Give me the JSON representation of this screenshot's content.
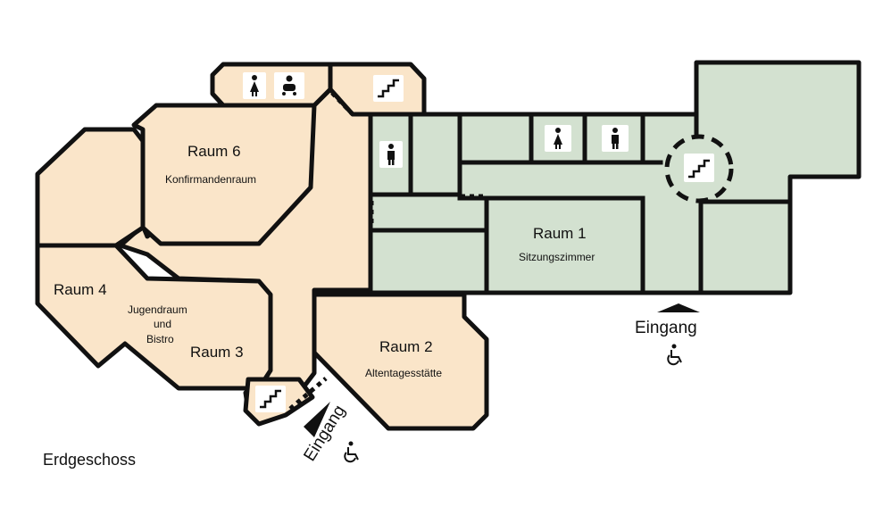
{
  "floor_label": "Erdgeschoss",
  "rooms": {
    "raum6": {
      "name": "Raum 6",
      "sub": "Konfirmandenraum"
    },
    "raum4": {
      "name": "Raum 4"
    },
    "raum3": {
      "name": "Raum 3",
      "sub_lines": [
        "Jugendraum",
        "und",
        "Bistro"
      ]
    },
    "raum2": {
      "name": "Raum 2",
      "sub": "Altentagesstätte"
    },
    "raum1": {
      "name": "Raum 1",
      "sub": "Sitzungszimmer"
    }
  },
  "entrances": [
    {
      "label": "Eingang",
      "icon": "wheelchair-icon"
    },
    {
      "label": "Eingang",
      "icon": "wheelchair-icon"
    }
  ],
  "icons": [
    "woman-wc-icon",
    "baby-changing-icon",
    "stairs-icon",
    "man-wc-icon",
    "woman-wc-icon",
    "man-wc-icon",
    "stairs-icon",
    "stairs-icon"
  ],
  "colors": {
    "beige_area": "#fae5c9",
    "green_area": "#d3e1d0",
    "walls": "#111111"
  }
}
